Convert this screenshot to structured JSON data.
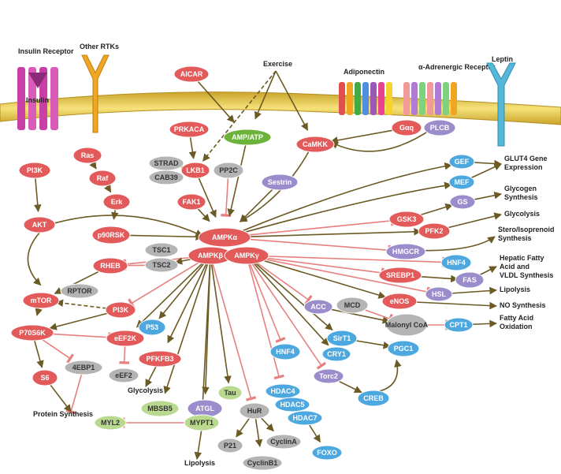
{
  "colors": {
    "red": "#e35a5a",
    "gray": "#b4b4b4",
    "purple": "#9b8ccc",
    "blue": "#4ea8e0",
    "green": "#6bb33a",
    "lightgreen": "#b9d98e",
    "arrow": "#6b5a23",
    "inhibit": "#e88080",
    "membrane": "#e8d03a"
  },
  "receptors": {
    "insulin_receptor": "Insulin Receptor",
    "insulin": "Insulin",
    "other_rtks": "Other RTKs",
    "adiponectin": "Adiponectin",
    "alpha_adrenergic": "α-Adrenergic Receptor",
    "leptin": "Leptin"
  },
  "nodes": {
    "pi3k_top": "PI3K",
    "akt": "AKT",
    "ras": "Ras",
    "raf": "Raf",
    "erk": "Erk",
    "p90rsk": "p90RSK",
    "aicar": "AICAR",
    "prkaca": "PRKACA",
    "strad": "STRAD",
    "lkb1": "LKB1",
    "cab39": "CAB39",
    "pp2c": "PP2C",
    "amp_atp": "AMP/ATP",
    "fak1": "FAK1",
    "sestrin": "Sestrin",
    "camkk": "CaMKK",
    "gq": "Gαq",
    "plcb": "PLCB",
    "gef": "GEF",
    "mef": "MEF",
    "gsk3": "GSK3",
    "gs": "GS",
    "pfk2": "PFK2",
    "hmgcr": "HMGCR",
    "hnf4_right": "HNF4",
    "srebp1": "SREBP1",
    "fas": "FAS",
    "hsl": "HSL",
    "acc": "ACC",
    "mcd": "MCD",
    "enos": "eNOS",
    "malonyl_coa": "Malonyl CoA",
    "cpt1": "CPT1",
    "ampka": "AMPKα",
    "ampkb": "AMPKβ",
    "ampkg": "AMPKγ",
    "tsc1": "TSC1",
    "tsc2": "TSC2",
    "rheb": "RHEB",
    "mtor": "mTOR",
    "rptor": "RPTOR",
    "pi3k_mid": "PI3K",
    "p70s6k": "P70S6K",
    "p53": "P53",
    "eef2k": "eEF2K",
    "eef2": "eEF2",
    "pfkfb3": "PFKFB3",
    "ebp1": "4EBP1",
    "s6": "S6",
    "mbsb5": "MBSB5",
    "atgl": "ATGL",
    "tau": "Tau",
    "mypt1": "MYPT1",
    "myl2": "MYL2",
    "hur": "HuR",
    "p21": "P21",
    "cyclina": "CyclinA",
    "cyclinb1": "CyclinB1",
    "hdac4": "HDAC4",
    "hdac5": "HDAC5",
    "hdac7": "HDAC7",
    "foxo": "FOXO",
    "hnf4_mid": "HNF4",
    "sirt1": "SirT1",
    "cry1": "CRY1",
    "torc2": "Torc2",
    "creb": "CREB",
    "pgc1": "PGC1"
  },
  "labels": {
    "exercise": "Exercise",
    "glut4": "GLUT4 Gene Expression",
    "glycogen": "Glycogen Synthesis",
    "glycolysis_right": "Glycolysis",
    "sterol": "Stero/Isoprenoid Synthesis",
    "hepatic": "Hepatic Fatty Acid and VLDL Synthesis",
    "lipolysis_right": "Lipolysis",
    "no_synthesis": "NO Synthesis",
    "fatty_ox": "Fatty Acid Oxidation",
    "protein_synthesis": "Protein Synthesis",
    "glycolysis_mid": "Glycolysis",
    "lipolysis_bottom": "Lipolysis"
  }
}
